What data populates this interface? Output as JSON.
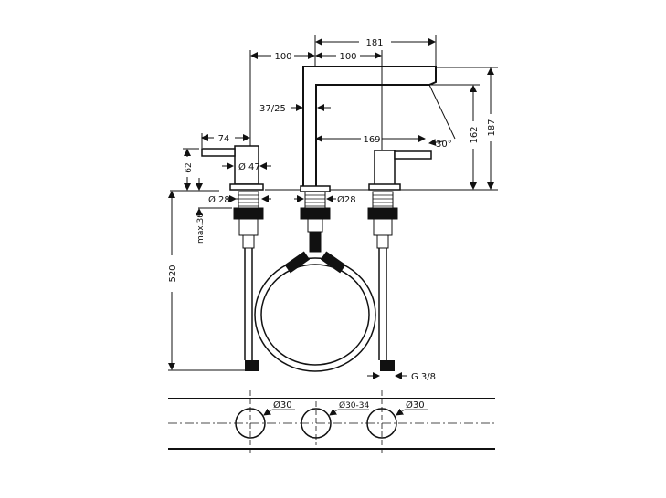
{
  "diagram": {
    "type": "technical-drawing",
    "subject": "3-hole basin mixer with spout, two handles, hoses and cutout template",
    "dimensions": {
      "top_overall": "181",
      "handle_spacing_left": "100",
      "handle_spacing_right": "100",
      "spout_wall": "37/25",
      "handle_lever": "74",
      "handle_height": "62",
      "handle_diameter": "Ø 47",
      "left_shank": "Ø 28",
      "center_shank": "Ø28",
      "spout_reach": "169",
      "spout_angle": "30°",
      "spout_outlet_height": "162",
      "spout_total_height": "187",
      "hose_length": "520",
      "max_deck_thickness": "max.30",
      "connection_thread": "G 3/8"
    },
    "cutout_template": {
      "holes": [
        {
          "label": "Ø30"
        },
        {
          "label": "Ø30-34"
        },
        {
          "label": "Ø30"
        }
      ]
    }
  },
  "colors": {
    "line": "#111111",
    "background": "#ffffff"
  }
}
